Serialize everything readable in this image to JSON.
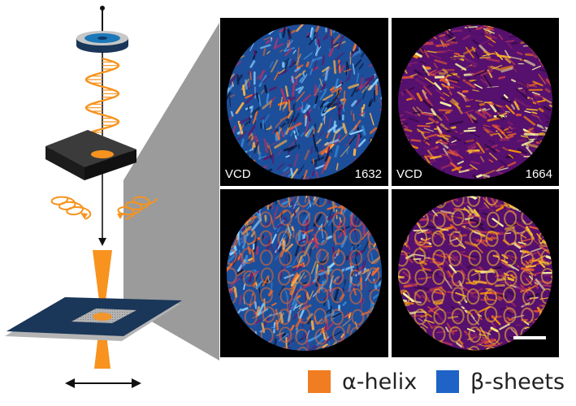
{
  "panels": [
    {
      "id": "top-left",
      "mode": "VCD",
      "wavenumber": "1632",
      "palette": "vcd"
    },
    {
      "id": "top-right",
      "mode": "VCD",
      "wavenumber": "1664",
      "palette": "inferno"
    },
    {
      "id": "bottom-left",
      "mode": "",
      "wavenumber": "",
      "palette": "vcd"
    },
    {
      "id": "bottom-right",
      "mode": "",
      "wavenumber": "",
      "palette": "inferno"
    }
  ],
  "legend": [
    {
      "label": "α-helix",
      "color": "#f07d22"
    },
    {
      "label": "β-sheets",
      "color": "#1f63c6"
    }
  ],
  "colors": {
    "beam": "#f7931e",
    "dark_navy": "#1a3659",
    "ring_blue": "#1c78b8",
    "sample_block": "#1c1c1c",
    "scale_bar": "#ffffff"
  }
}
